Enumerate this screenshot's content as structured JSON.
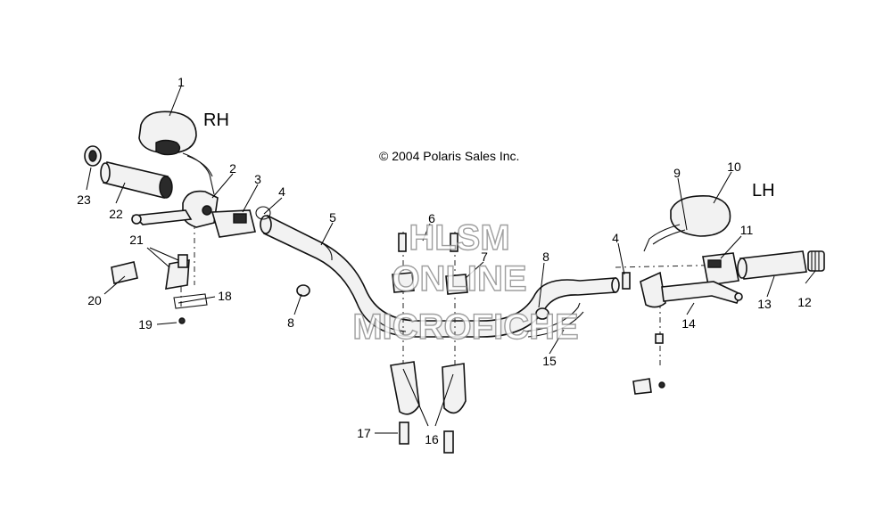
{
  "copyright": "© 2004 Polaris Sales Inc.",
  "side_labels": {
    "right": "RH",
    "left": "LH"
  },
  "watermark": [
    "HLSM",
    "ONLINE",
    "MICROFICHE"
  ],
  "callouts": [
    "1",
    "2",
    "3",
    "4",
    "4",
    "5",
    "6",
    "7",
    "8",
    "8",
    "9",
    "10",
    "11",
    "12",
    "13",
    "14",
    "15",
    "16",
    "17",
    "18",
    "19",
    "20",
    "21",
    "22",
    "23"
  ]
}
